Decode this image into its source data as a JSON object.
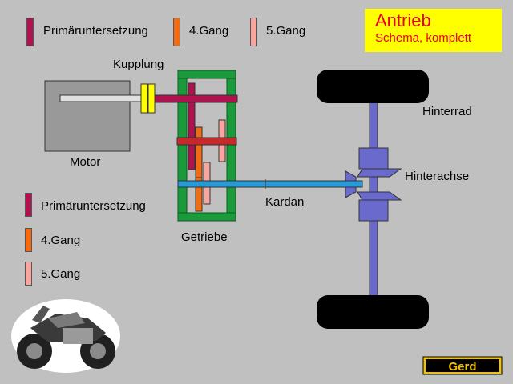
{
  "title_box": {
    "title": "Antrieb",
    "subtitle": "Schema, komplett"
  },
  "legend_top": [
    {
      "label": "Primäruntersetzung",
      "color": "#b0124f"
    },
    {
      "label": "4.Gang",
      "color": "#f26a12"
    },
    {
      "label": "5.Gang",
      "color": "#f7a7a0"
    }
  ],
  "legend_left": [
    {
      "label": "Primäruntersetzung",
      "color": "#b0124f"
    },
    {
      "label": "4.Gang",
      "color": "#f26a12"
    },
    {
      "label": "5.Gang",
      "color": "#f7a7a0"
    }
  ],
  "labels": {
    "kupplung": "Kupplung",
    "motor": "Motor",
    "getriebe": "Getriebe",
    "kardan": "Kardan",
    "hinterrad": "Hinterrad",
    "hinterachse": "Hinterachse"
  },
  "logo": {
    "text": "Gerd"
  },
  "colors": {
    "background": "#c0c0c0",
    "title_box": "#ffff00",
    "title_text": "#e8001c",
    "primary": "#b0124f",
    "gear4": "#f26a12",
    "gear5": "#f7a7a0",
    "gearbox_frame": "#1a9a3a",
    "shaft_red": "#c8282a",
    "kardan": "#2a9ad6",
    "rear_axle": "#6a6acc",
    "clutch": "#ffff00",
    "motor": "#999999",
    "tire": "#000000"
  },
  "icons": [
    "motorcycle-image",
    "gerd-logo"
  ]
}
